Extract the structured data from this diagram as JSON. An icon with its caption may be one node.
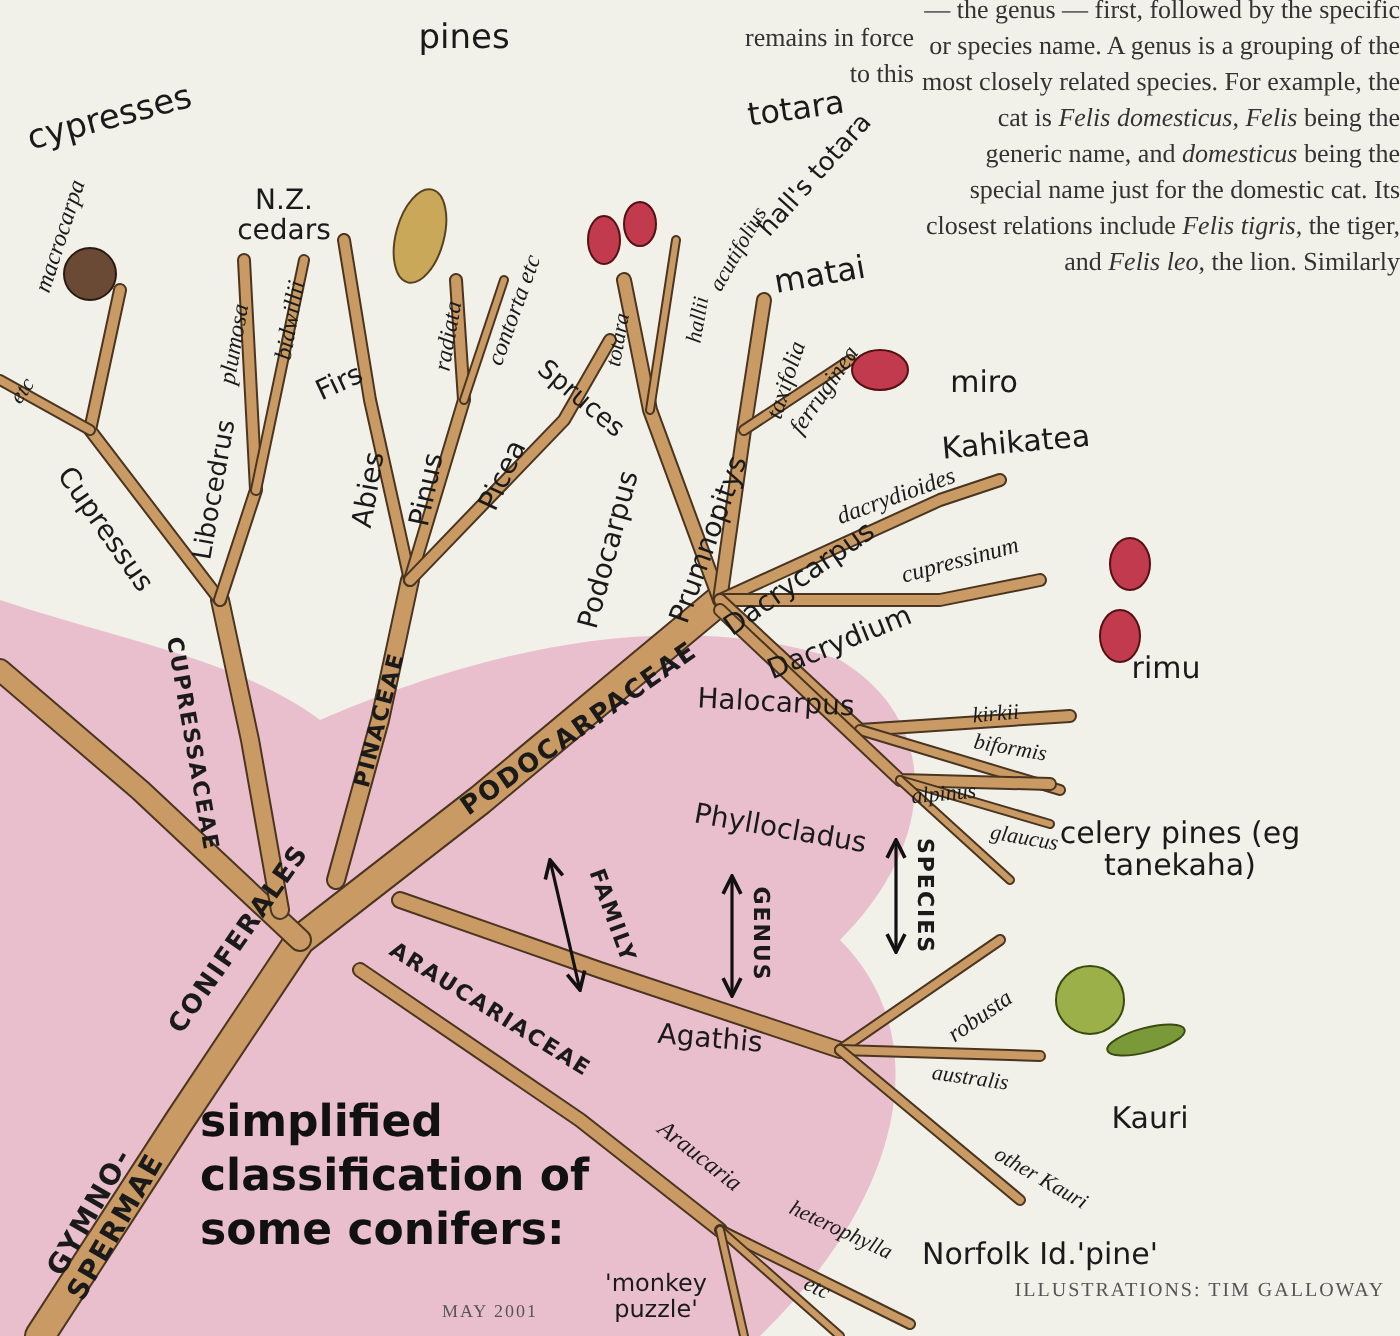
{
  "diagram": {
    "title": "simplified classification of some conifers:",
    "labels": [
      "remains in force to this",
      "— the genus — first, followed by the specific or species name. A genus is a grouping of the most closely related species. For example, the cat is *Felis domesticus*, *Felis* being the generic name, and *domesticus* being the special name just for the domestic cat. Its closest relations include *Felis tigris*, the tiger, and *Felis leo*, the lion. Similarly",
      "cypresses",
      "pines",
      "totara",
      "N.Z. cedars",
      "hall's totara",
      "macrocarpa",
      "plumosa",
      "bidwillii",
      "matai",
      "radiata",
      "contorta etc",
      "etc",
      "Firs",
      "Spruces",
      "totara",
      "hallii",
      "acutifolius",
      "taxifolia",
      "ferruginea",
      "miro",
      "Kahikatea",
      "dacrydioides",
      "Abies",
      "Pinus",
      "Picea",
      "Cupressus",
      "Libocedrus",
      "Podocarpus",
      "Prumnopitys",
      "Dacrycarpus",
      "cupressinum",
      "Dacrydium",
      "rimu",
      "Halocarpus",
      "kirkii",
      "biformis",
      "alpinus",
      "glaucus",
      "Phyllocladus",
      "celery pines (eg tanekaha)",
      "CUPRESSACEAE",
      "PINACEAE",
      "PODOCARPACEAE",
      "FAMILY",
      "GENUS",
      "SPECIES",
      "CONIFERALES",
      "Agathis",
      "robusta",
      "ARAUCARIACEAE",
      "australis",
      "Kauri",
      "Araucaria",
      "other Kauri",
      "heterophylla",
      "Norfolk Id.'pine'",
      "GYMNO- SPERMAE",
      "etc",
      "'monkey puzzle'",
      "MAY 2001",
      "ILLUSTRATIONS: TIM GALLOWAY"
    ]
  }
}
